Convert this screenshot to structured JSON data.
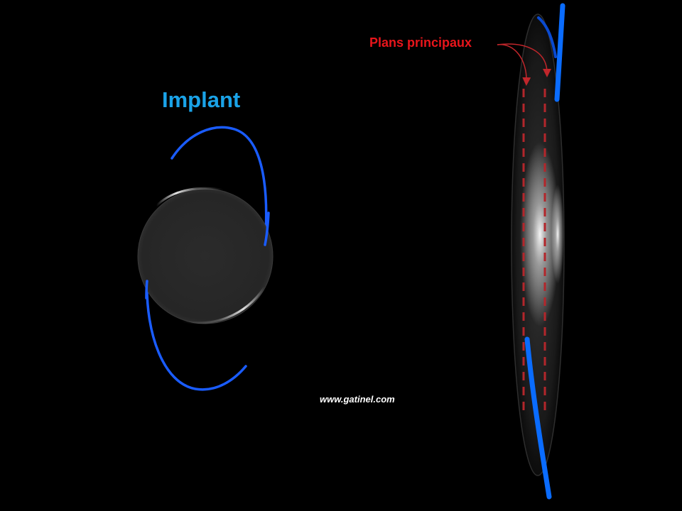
{
  "labels": {
    "implant": "Implant",
    "principal_planes": "Plans principaux",
    "website": "www.gatinel.com"
  },
  "colors": {
    "background": "#000000",
    "implant_label": "#1aa3e8",
    "principal_planes_label": "#e8151b",
    "website_label": "#ffffff",
    "haptic": "#1a5cff",
    "haptic_side": "#0a6cff",
    "optic": "#2a2a2a",
    "principal_plane_line": "#b3262b",
    "pointer_arrow": "#c0262b"
  },
  "icons": {
    "front_view": "intraocular-lens-front-view",
    "side_view": "intraocular-lens-side-view"
  }
}
